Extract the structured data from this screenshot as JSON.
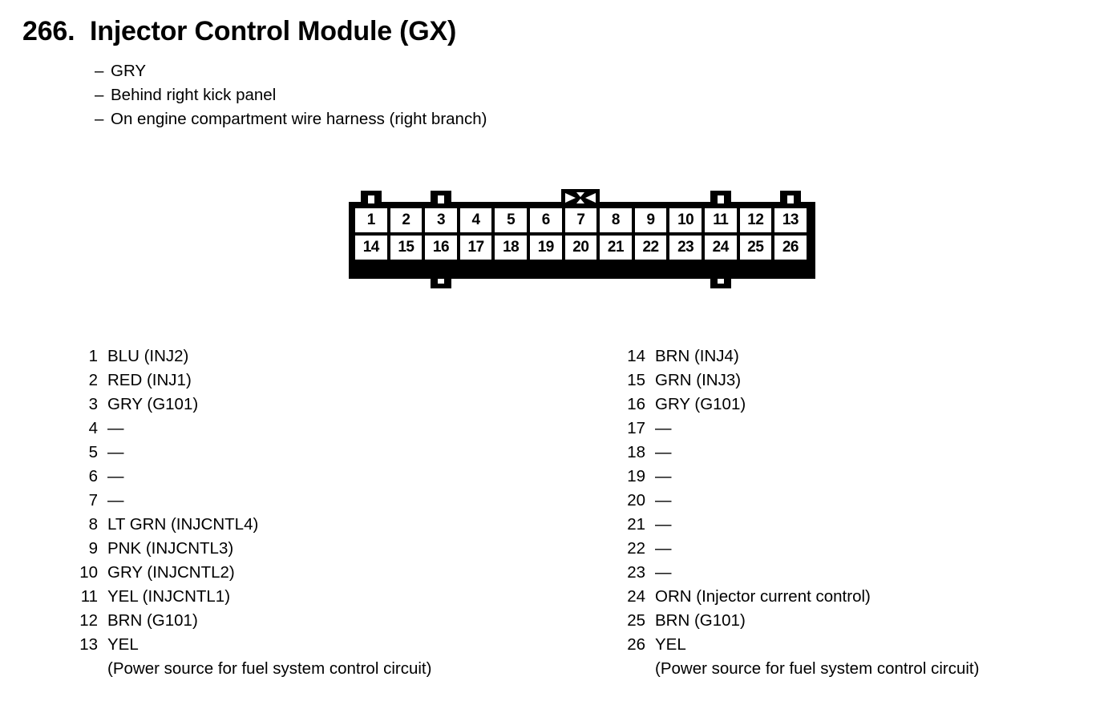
{
  "header": {
    "number": "266.",
    "title": "Injector Control Module (GX)",
    "bullets": [
      {
        "dash": "–",
        "text": "GRY"
      },
      {
        "dash": "–",
        "text": "Behind right kick panel"
      },
      {
        "dash": "–",
        "text": "On engine compartment wire harness (right branch)"
      }
    ]
  },
  "connector": {
    "name": "26-pin-connector",
    "row_top": [
      "1",
      "2",
      "3",
      "4",
      "5",
      "6",
      "7",
      "8",
      "9",
      "10",
      "11",
      "12",
      "13"
    ],
    "row_bottom": [
      "14",
      "15",
      "16",
      "17",
      "18",
      "19",
      "20",
      "21",
      "22",
      "23",
      "24",
      "25",
      "26"
    ],
    "tabs_up_over_pins": [
      "1",
      "3",
      "11",
      "13"
    ],
    "tabs_down_under_pins": [
      "16",
      "24"
    ],
    "center_latch_over_pin": "7",
    "colors": {
      "body": "#000000",
      "cell": "#ffffff",
      "text": "#000000"
    }
  },
  "pins_left": [
    {
      "num": "1",
      "value": "BLU (INJ2)"
    },
    {
      "num": "2",
      "value": "RED (INJ1)"
    },
    {
      "num": "3",
      "value": "GRY (G101)"
    },
    {
      "num": "4",
      "value": "—"
    },
    {
      "num": "5",
      "value": "—"
    },
    {
      "num": "6",
      "value": "—"
    },
    {
      "num": "7",
      "value": "—"
    },
    {
      "num": "8",
      "value": "LT GRN (INJCNTL4)"
    },
    {
      "num": "9",
      "value": "PNK (INJCNTL3)"
    },
    {
      "num": "10",
      "value": "GRY (INJCNTL2)"
    },
    {
      "num": "11",
      "value": "YEL (INJCNTL1)"
    },
    {
      "num": "12",
      "value": "BRN (G101)"
    },
    {
      "num": "13",
      "value": "YEL",
      "note": "(Power source for fuel system control circuit)"
    }
  ],
  "pins_right": [
    {
      "num": "14",
      "value": "BRN (INJ4)"
    },
    {
      "num": "15",
      "value": "GRN (INJ3)"
    },
    {
      "num": "16",
      "value": "GRY (G101)"
    },
    {
      "num": "17",
      "value": "—"
    },
    {
      "num": "18",
      "value": "—"
    },
    {
      "num": "19",
      "value": "—"
    },
    {
      "num": "20",
      "value": "—"
    },
    {
      "num": "21",
      "value": "—"
    },
    {
      "num": "22",
      "value": "—"
    },
    {
      "num": "23",
      "value": "—"
    },
    {
      "num": "24",
      "value": "ORN (Injector current control)"
    },
    {
      "num": "25",
      "value": "BRN (G101)"
    },
    {
      "num": "26",
      "value": "YEL",
      "note": "(Power source for fuel system control circuit)"
    }
  ]
}
